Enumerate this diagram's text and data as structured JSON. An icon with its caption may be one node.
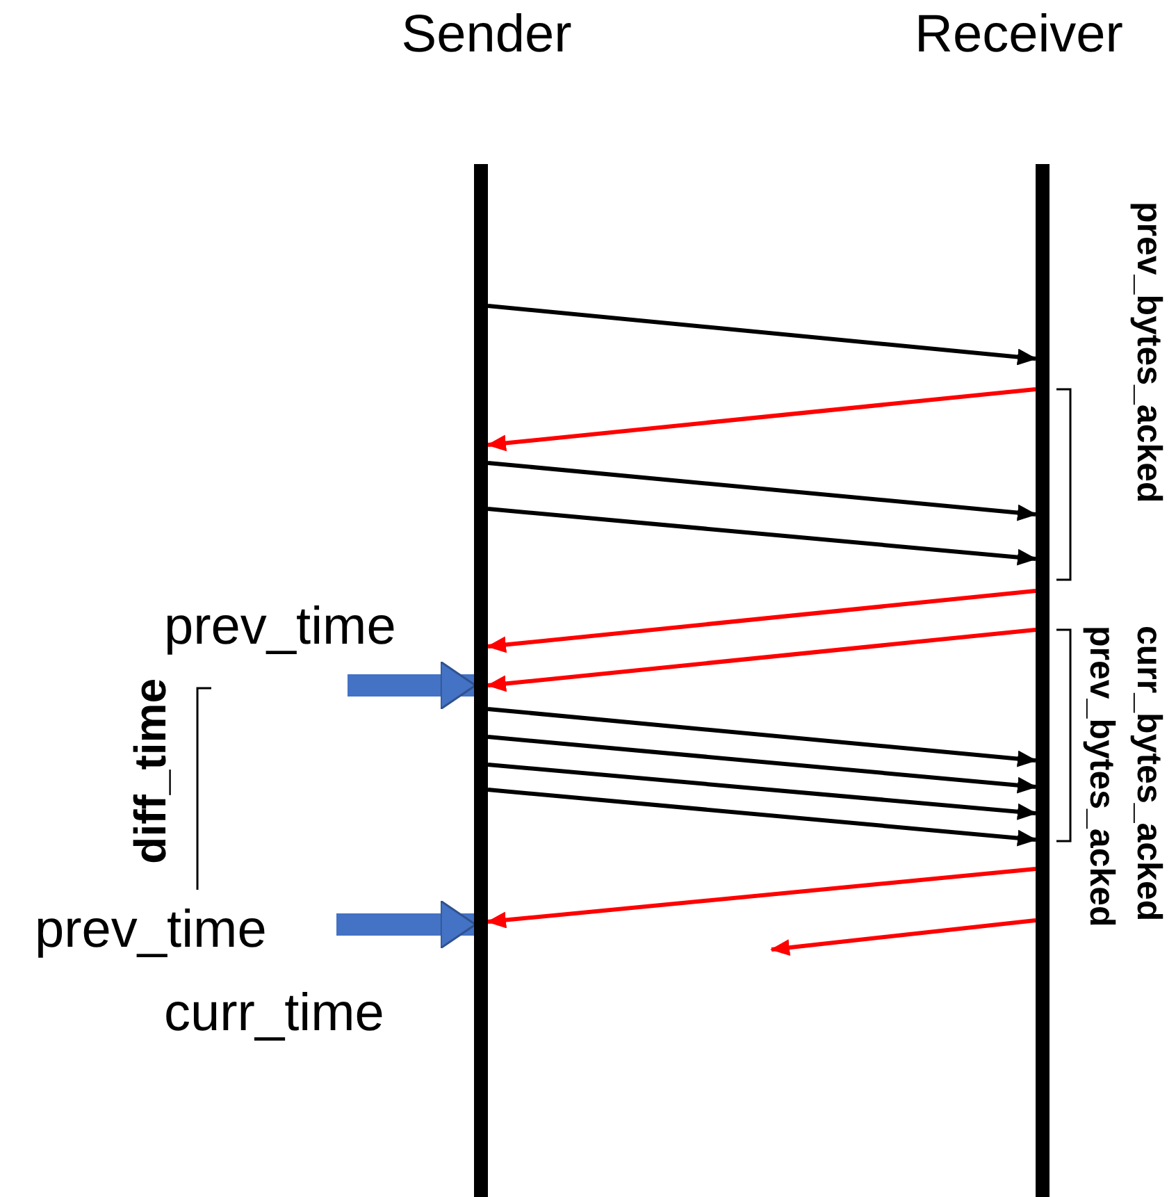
{
  "diagram": {
    "nodes": [
      {
        "text": [],
        "shape": "bar",
        "beside": [
          "Sender"
        ]
      },
      {
        "text": [],
        "shape": "bar",
        "beside": [
          "Receiver"
        ]
      },
      {
        "text": [
          "prev_time"
        ]
      },
      {
        "text": [
          "prev_time"
        ]
      }
    ],
    "edges": [
      {
        "from": 0,
        "to": 1,
        "arrow": "to"
      },
      {
        "from": 1,
        "to": 0,
        "arrow": "to",
        "color": "#ff0000"
      },
      {
        "from": 0,
        "to": 1,
        "arrow": "to"
      },
      {
        "from": 0,
        "to": 1,
        "arrow": "to"
      },
      {
        "from": 1,
        "to": 0,
        "arrow": "to",
        "color": "#ff0000"
      },
      {
        "from": 1,
        "to": 0,
        "arrow": "to",
        "color": "#ff0000"
      },
      {
        "from": 0,
        "to": 1,
        "arrow": "to"
      },
      {
        "from": 0,
        "to": 1,
        "arrow": "to"
      },
      {
        "from": 0,
        "to": 1,
        "arrow": "to"
      },
      {
        "from": 0,
        "to": 1,
        "arrow": "to"
      },
      {
        "from": 1,
        "to": 0,
        "arrow": "to",
        "color": "#ff0000"
      },
      {
        "from": 1,
        "to": null,
        "arrow": "to",
        "color": "#ff0000"
      },
      {
        "from": 2,
        "to": 0,
        "arrow": "to",
        "style": "thick",
        "color": "#4472c4"
      },
      {
        "from": 3,
        "to": 0,
        "arrow": "to",
        "style": "thick",
        "color": "#4472c4"
      }
    ],
    "labels": [
      "prev_bytes_acked",
      "prev_bytes_acked",
      "curr_bytes_acked",
      "diff_time",
      "curr_time"
    ]
  }
}
